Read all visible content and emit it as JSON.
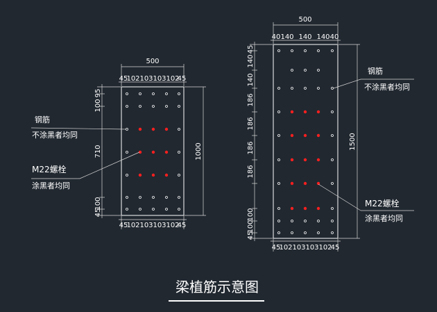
{
  "title": "梁植筋示意图",
  "colors": {
    "background": "#212830",
    "line": "#ffffff",
    "bolt": "#ff1f1f",
    "rebar": "#ffffff"
  },
  "left_beam": {
    "top_width": "500",
    "top_segments": [
      "45",
      "102",
      "103",
      "103",
      "102",
      "45"
    ],
    "bottom_segments": [
      "45",
      "102",
      "103",
      "103",
      "102",
      "45"
    ],
    "left_top": [
      "100",
      "95"
    ],
    "left_mid": "710",
    "left_bottom": [
      "100",
      "45"
    ],
    "height": "1000",
    "rebar_label": "钢筋",
    "rebar_note": "不涂黑者均同",
    "bolt_label": "M22螺栓",
    "bolt_note": "涂黑者均同"
  },
  "right_beam": {
    "top_width": "500",
    "top_segments": [
      "40",
      "140",
      "140",
      "140",
      "40"
    ],
    "bottom_segments": [
      "45",
      "102",
      "103",
      "103",
      "102",
      "45"
    ],
    "left_segments": [
      "45",
      "140",
      "140",
      "186",
      "186",
      "186",
      "186",
      "100",
      "100",
      "45"
    ],
    "height": "1500",
    "rebar_label": "钢筋",
    "rebar_note": "不涂黑者均同",
    "bolt_label": "M22螺栓",
    "bolt_note": "涂黑者均同"
  }
}
